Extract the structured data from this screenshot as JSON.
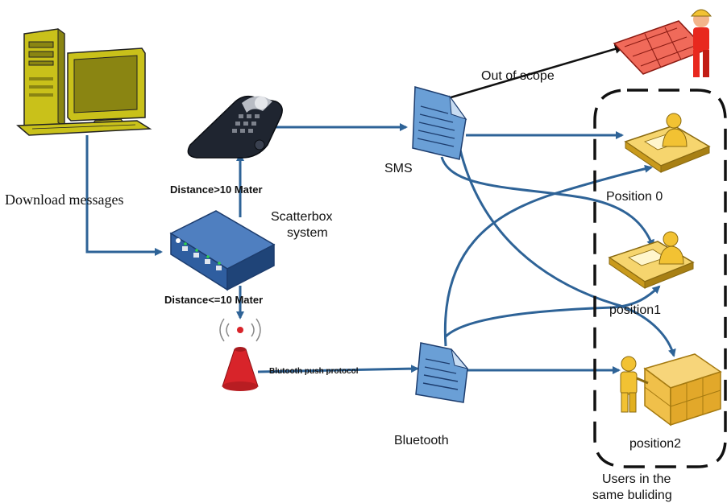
{
  "labels": {
    "download_messages": "Download messages",
    "distance_far": "Distance>10 Mater",
    "scatterbox_line1": "Scatterbox",
    "scatterbox_line2": "system",
    "distance_near": "Distance<=10 Mater",
    "bluetooth_push": "Blutooth push protocol",
    "sms": "SMS",
    "bluetooth": "Bluetooth",
    "out_of_scope": "Out of scope",
    "position0": "Position 0",
    "position1": "position1",
    "position2": "position2",
    "users_line1": "Users in the",
    "users_line2": "same buliding"
  },
  "colors": {
    "connector": "#2e6397",
    "computer": "#c9c11a",
    "person": "#f2c233",
    "worker": "#e8281e",
    "device": "#1f2530",
    "router": "#2f5ea0",
    "beacon": "#d8242a",
    "document": "#6a9fd6"
  },
  "icons": [
    "desktop-computer-icon",
    "mobile-phone-icon",
    "scatterbox-router-icon",
    "bluetooth-beacon-icon",
    "sms-document-icon",
    "bluetooth-document-icon",
    "construction-worker-icon",
    "desk-user-icon",
    "shelf-user-icon"
  ]
}
